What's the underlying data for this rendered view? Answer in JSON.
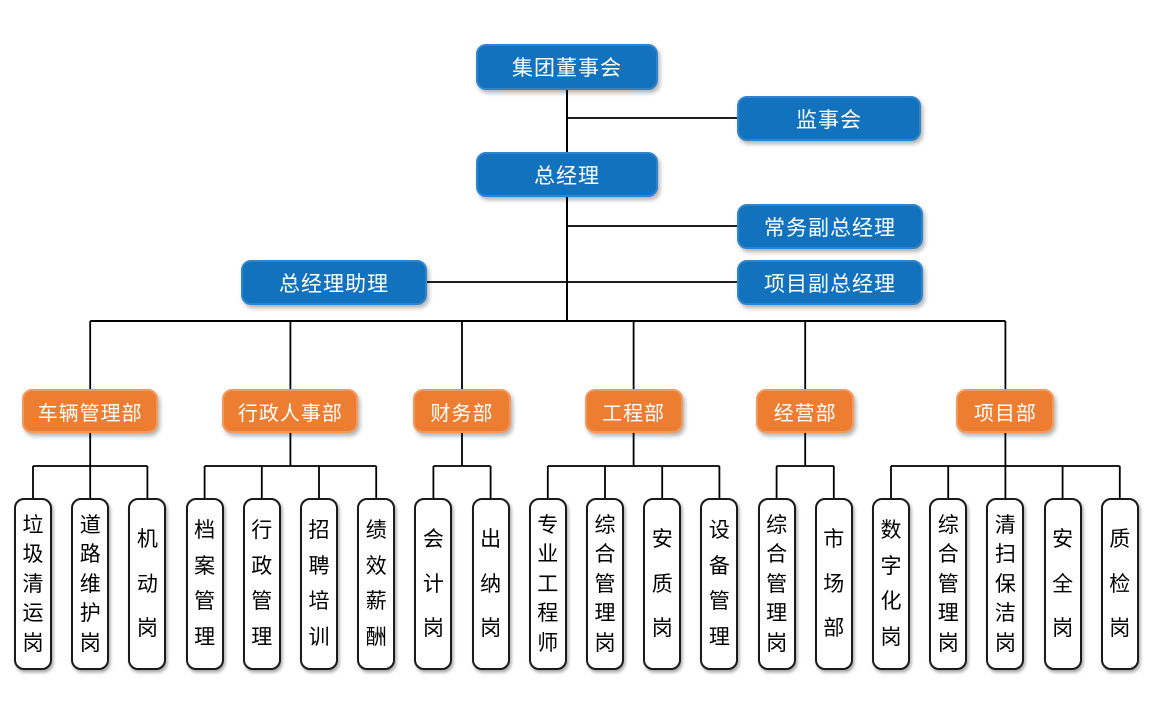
{
  "diagram": {
    "type": "org-chart",
    "executives": [
      {
        "id": "board",
        "label": "集团董事会"
      },
      {
        "id": "supervisory-board",
        "label": "监事会"
      },
      {
        "id": "general-manager",
        "label": "总经理"
      },
      {
        "id": "executive-deputy-gm",
        "label": "常务副总经理"
      },
      {
        "id": "gm-assistant",
        "label": "总经理助理"
      },
      {
        "id": "project-deputy-gm",
        "label": "项目副总经理"
      }
    ],
    "departments": [
      {
        "id": "vehicle-management",
        "label": "车辆管理部",
        "positions": [
          "垃圾清运岗",
          "道路维护岗",
          "机动岗"
        ]
      },
      {
        "id": "admin-hr",
        "label": "行政人事部",
        "positions": [
          "档案管理",
          "行政管理",
          "招聘培训",
          "绩效薪酬"
        ]
      },
      {
        "id": "finance",
        "label": "财务部",
        "positions": [
          "会计岗",
          "出纳岗"
        ]
      },
      {
        "id": "engineering",
        "label": "工程部",
        "positions": [
          "专业工程师",
          "综合管理岗",
          "安质岗",
          "设备管理"
        ]
      },
      {
        "id": "operations",
        "label": "经营部",
        "positions": [
          "综合管理岗",
          "市场部"
        ]
      },
      {
        "id": "project",
        "label": "项目部",
        "positions": [
          "数字化岗",
          "综合管理岗",
          "清扫保洁岗",
          "安全岗",
          "质检岗"
        ]
      }
    ],
    "colors": {
      "executive_fill": "#1272BE",
      "executive_border": "#2F84CC",
      "department_fill": "#ED7D31",
      "department_border": "#F09A5E",
      "position_border": "#1A1A1A",
      "connector": "#000000",
      "text_light": "#FFFFFF",
      "text_dark": "#000000"
    }
  }
}
